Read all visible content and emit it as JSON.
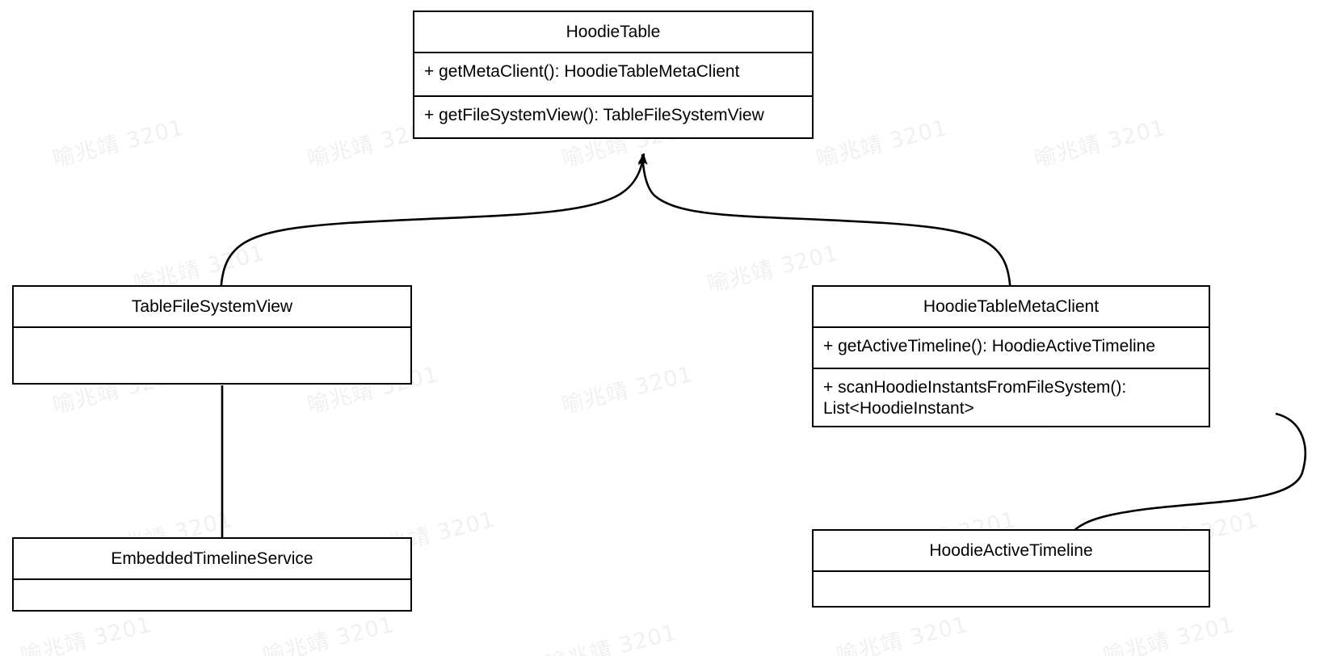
{
  "diagram": {
    "type": "uml-class-diagram",
    "background": "#ffffff",
    "line_color": "#000000",
    "watermark_text": "喻兆靖 3201",
    "watermark_color": "#f0f0f0"
  },
  "classes": [
    {
      "id": "hoodie-table",
      "name": "HoodieTable",
      "methods": [
        "+ getMetaClient(): HoodieTableMetaClient",
        "+ getFileSystemView(): TableFileSystemView"
      ]
    },
    {
      "id": "table-file-system-view",
      "name": "TableFileSystemView",
      "methods": []
    },
    {
      "id": "hoodie-table-meta-client",
      "name": "HoodieTableMetaClient",
      "methods": [
        "+ getActiveTimeline(): HoodieActiveTimeline",
        "+ scanHoodieInstantsFromFileSystem(): List<HoodieInstant>"
      ]
    },
    {
      "id": "embedded-timeline-service",
      "name": "EmbeddedTimelineService",
      "methods": []
    },
    {
      "id": "hoodie-active-timeline",
      "name": "HoodieActiveTimeline",
      "methods": []
    }
  ],
  "relationships": [
    {
      "from": "TableFileSystemView",
      "to": "HoodieTable",
      "style": "curved",
      "arrow": "filled-triangle"
    },
    {
      "from": "HoodieTableMetaClient",
      "to": "HoodieTable",
      "style": "curved",
      "arrow": "filled-triangle"
    },
    {
      "from": "TableFileSystemView",
      "to": "EmbeddedTimelineService",
      "style": "straight",
      "arrow": "filled-triangle"
    },
    {
      "from": "HoodieTableMetaClient",
      "to": "HoodieActiveTimeline",
      "style": "curved",
      "arrow": "filled-triangle"
    }
  ],
  "watermarks": [
    "喻兆靖 3201",
    "喻兆靖 3201",
    "喻兆靖 3201",
    "喻兆靖 3201",
    "喻兆靖 3201",
    "喻兆靖 3201",
    "喻兆靖 3201",
    "喻兆靖 3201",
    "喻兆靖 3201",
    "喻兆靖 3201",
    "喻兆靖 3201",
    "喻兆靖 3201",
    "喻兆靖 3201",
    "喻兆靖 3201",
    "喻兆靖 3201",
    "喻兆靖 3201",
    "喻兆靖 3201",
    "喻兆靖 3201",
    "喻兆靖 3201",
    "喻兆靖 3201",
    "喻兆靖 3201",
    "喻兆靖 3201",
    "喻兆靖 3201",
    "喻兆靖 3201",
    "喻兆靖 3201",
    "喻兆靖 3201",
    "喻兆靖 3201",
    "喻兆靖 3201"
  ]
}
